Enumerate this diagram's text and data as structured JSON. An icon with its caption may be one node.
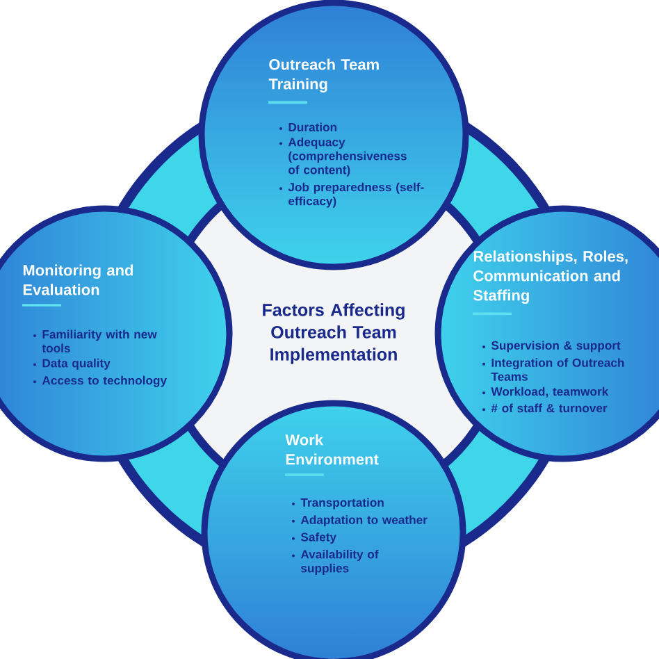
{
  "diagram": {
    "nodes": [
      {
        "text": [
          "Factors Affecting Outreach Team Implementation"
        ]
      },
      {
        "text": [
          "Outreach Team Training",
          "Duration",
          "Adequacy (comprehensiveness of content)",
          "Job preparedness (self-efficacy)"
        ]
      },
      {
        "text": [
          "Monitoring and Evaluation",
          "Familiarity with new tools",
          "Data quality",
          "Access to technology"
        ]
      },
      {
        "text": [
          "Relationships, Roles, Communication and Staffing",
          "Supervision & support",
          "Integration of Outreach Teams",
          "Workload, teamwork",
          "# of staff & turnover"
        ]
      },
      {
        "text": [
          "Work Environment",
          "Transportation",
          "Adaptation to weather",
          "Safety",
          "Availability of supplies"
        ]
      }
    ]
  }
}
